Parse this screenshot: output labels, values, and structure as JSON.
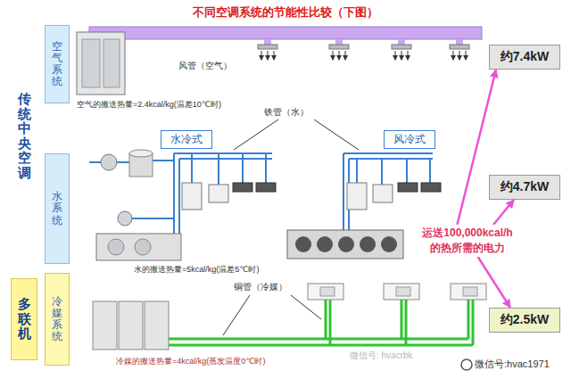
{
  "diagram": {
    "title": "不同空调系统的节能性比较（下图）",
    "nodes": [
      {
        "text": [
          "传统中央空调"
        ]
      },
      {
        "text": [
          "空气系统"
        ]
      },
      {
        "text": [
          "水系统"
        ]
      },
      {
        "text": [
          "多联机"
        ]
      },
      {
        "text": [
          "冷媒系统"
        ]
      },
      {
        "text": [
          "水冷式"
        ]
      },
      {
        "text": [
          "风冷式"
        ]
      },
      {
        "text": [
          "约7.4kW"
        ]
      },
      {
        "text": [
          "约4.7kW"
        ]
      },
      {
        "text": [
          "约2.5kW"
        ]
      },
      {
        "text": [
          "运送100,000kcal/h 的热所需的电力"
        ]
      }
    ],
    "edges": [
      {
        "from": 10,
        "to": 7,
        "arrow": "to"
      },
      {
        "from": 10,
        "to": 8,
        "arrow": "to"
      },
      {
        "from": 10,
        "to": 9,
        "arrow": "to"
      }
    ],
    "labels": [
      "风管（空气）",
      "空气的搬送热量=2.4kcal/kg(温差10℃时)",
      "铁管（水）",
      "水的搬送热量=5kcal/kg(温差5℃时)",
      "铜管（冷媒）",
      "冷媒的搬送热量=4kcal/kg(蒸发温度0℃时)",
      "微信号: hvacrbk",
      "微信号:hvac1971"
    ]
  }
}
